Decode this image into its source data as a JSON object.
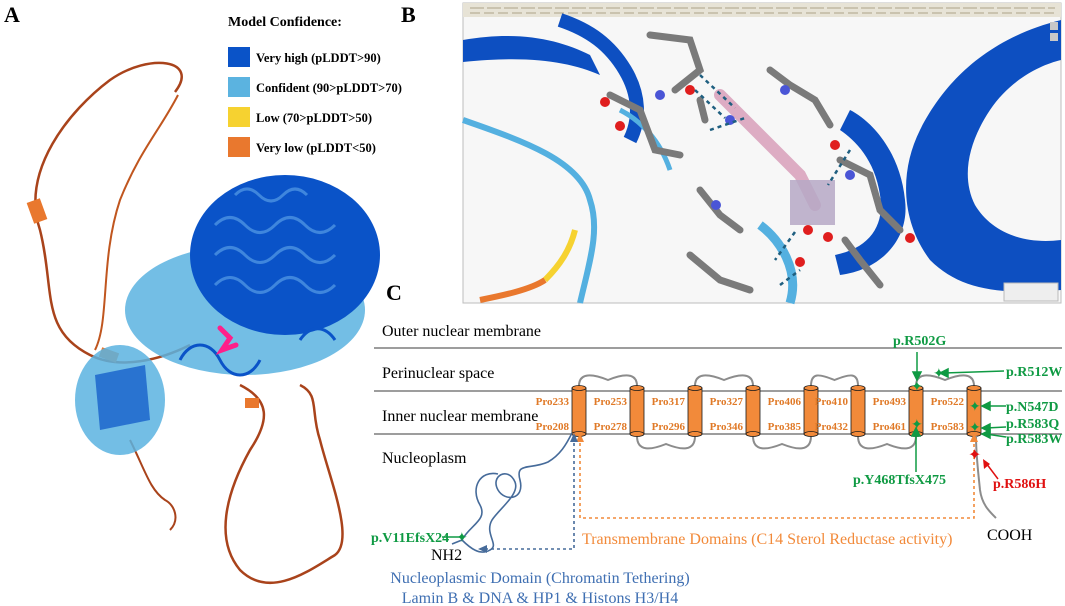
{
  "panel_a": {
    "letter": "A",
    "legend_title": "Model Confidence:",
    "legend": [
      {
        "label": "Very high (pLDDT>90)",
        "color": "#0a53c8"
      },
      {
        "label": "Confident (90>pLDDT>70)",
        "color": "#5bb3e0"
      },
      {
        "label": "Low (70>pLDDT>50)",
        "color": "#f6d230"
      },
      {
        "label": "Very low (pLDDT<50)",
        "color": "#e9782e"
      }
    ]
  },
  "panel_b": {
    "letter": "B",
    "colors": {
      "helix": "#0d4fc1",
      "loop": "#54b0e0",
      "ligand": "#d9a3bc",
      "hbond": "#1f5f80"
    }
  },
  "panel_c": {
    "letter": "C",
    "regions": {
      "outer": "Outer nuclear membrane",
      "perinuclear": "Perinuclear space",
      "inner": "Inner nuclear membrane",
      "nucleoplasm": "Nucleoplasm"
    },
    "helix_color": "#f28a3a",
    "prolines_top": [
      "Pro233",
      "Pro253",
      "Pro317",
      "Pro327",
      "Pro406",
      "Pro410",
      "Pro493",
      "Pro522"
    ],
    "prolines_bottom": [
      "Pro208",
      "Pro278",
      "Pro296",
      "Pro346",
      "Pro385",
      "Pro432",
      "Pro461",
      "Pro583"
    ],
    "mutations": {
      "r502g": "p.R502G",
      "r512w": "p.R512W",
      "n547d": "p.N547D",
      "r583q": "p.R583Q",
      "r583w": "p.R583W",
      "y468": "p.Y468TfsX475",
      "r586h": "p.R586H",
      "v11": "p.V11EfsX24"
    },
    "nh2": "NH2",
    "cooh": "COOH",
    "tm_domain": "Transmembrane Domains (C14 Sterol Reductase activity)",
    "np_domain_1": "Nucleoplasmic Domain (Chromatin Tethering)",
    "np_domain_2": "Lamin B & DNA & HP1 & Histons H3/H4"
  }
}
